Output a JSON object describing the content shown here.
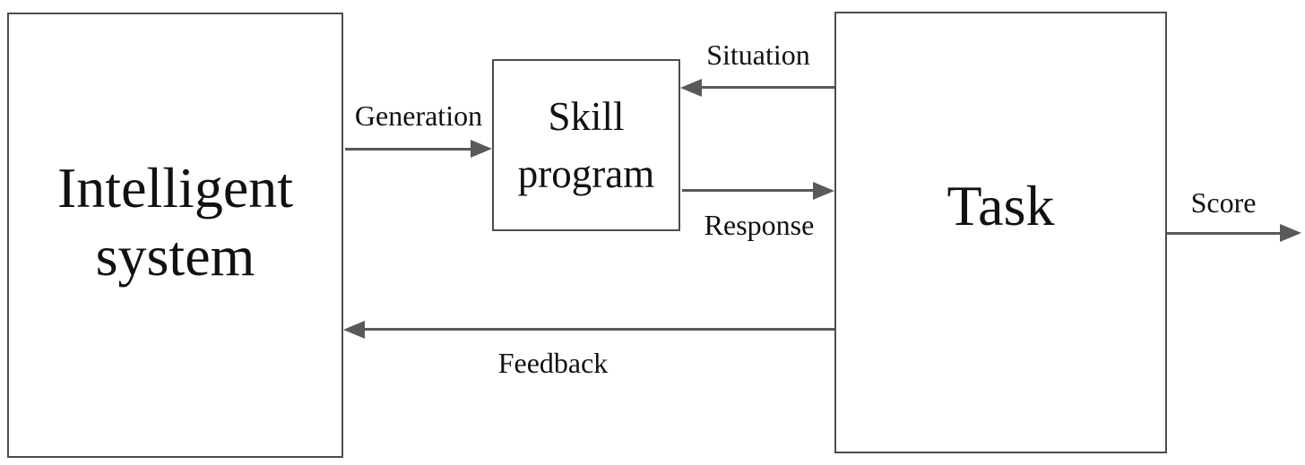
{
  "diagram": {
    "type": "block-diagram",
    "colors": {
      "background": "#ffffff",
      "box_border_color": "#4d4d4d",
      "arrow_color": "#595959",
      "text_color": "#111111"
    },
    "nodes": {
      "intelligent_system": {
        "label": "Intelligent system"
      },
      "skill_program": {
        "label": "Skill program"
      },
      "task": {
        "label": "Task"
      }
    },
    "edges": {
      "generation": {
        "label": "Generation",
        "from": "intelligent_system",
        "to": "skill_program",
        "direction": "right"
      },
      "situation": {
        "label": "Situation",
        "from": "task",
        "to": "skill_program",
        "direction": "left"
      },
      "response": {
        "label": "Response",
        "from": "skill_program",
        "to": "task",
        "direction": "right"
      },
      "feedback": {
        "label": "Feedback",
        "from": "task",
        "to": "intelligent_system",
        "direction": "left"
      },
      "score": {
        "label": "Score",
        "from": "task",
        "to": "offscreen-right",
        "direction": "right"
      }
    }
  }
}
